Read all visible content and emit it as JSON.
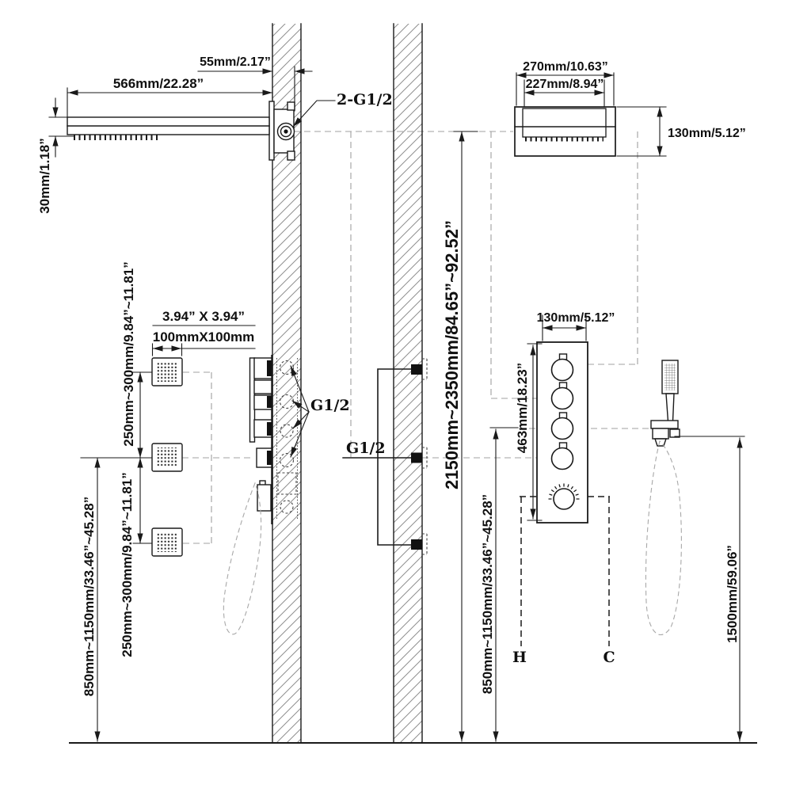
{
  "colors": {
    "line": "#1a1a1a",
    "guide_dash": "#a0a0a0",
    "hatch": "#8f8f8f",
    "background": "#ffffff"
  },
  "left": {
    "dim_arm_length": "566mm/22.28”",
    "dim_wall_depth": "55mm/2.17”",
    "dim_head_thickness": "30mm/1.18”",
    "label_inlets": "2-G1/2",
    "jet_size_inch": "3.94” X 3.94”",
    "jet_size_mm": "100mmX100mm",
    "dim_jet_gap_upper": "250mm~300mm/9.84”~11.81”",
    "dim_jet_gap_lower": "250mm~300mm/9.84”~11.81”",
    "dim_valve_height": "850mm~1150mm/33.46”~45.28”",
    "label_valve_ports": "G1/2"
  },
  "center": {
    "label_supply_port": "G1/2",
    "dim_head_height_range": "2150mm~2350mm/84.65”~92.52”"
  },
  "right": {
    "dim_head_width_outer": "270mm/10.63”",
    "dim_head_width_inner": "227mm/8.94”",
    "dim_head_height": "130mm/5.12”",
    "dim_panel_width": "130mm/5.12”",
    "dim_panel_height": "463mm/18.23”",
    "dim_valve_height_floor": "850mm~1150mm/33.46”~45.28”",
    "dim_hand_shower_height": "1500mm/59.06”",
    "label_hot": "H",
    "label_cold": "C"
  }
}
